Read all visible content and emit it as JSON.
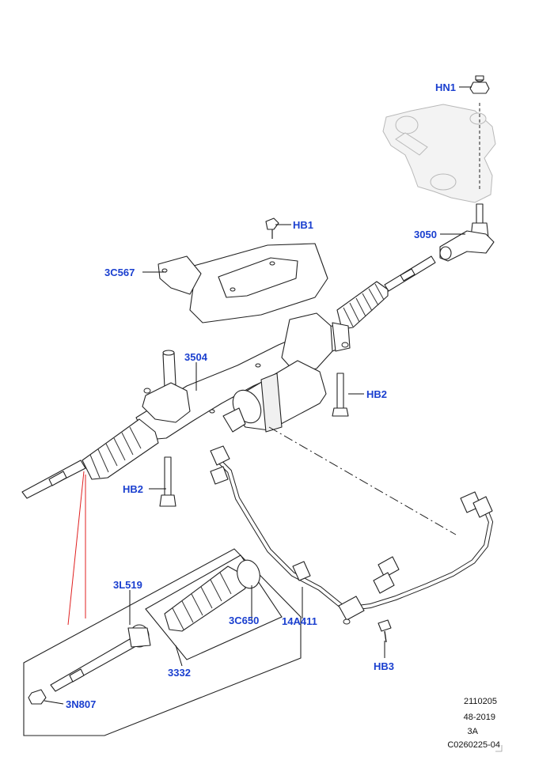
{
  "callouts": {
    "hn1": "HN1",
    "c3050": "3050",
    "hb1": "HB1",
    "c3c567": "3C567",
    "c3504": "3504",
    "hb2_right": "HB2",
    "hb2_left": "HB2",
    "c3l519": "3L519",
    "c3c650": "3C650",
    "c3332": "3332",
    "c14a411": "14A411",
    "hb3": "HB3",
    "c3n807": "3N807"
  },
  "reference": {
    "line1": "2110205",
    "line2": "48-2019",
    "line3": "3A",
    "line4": "C0260225-04"
  },
  "colors": {
    "callout_text": "#1a3fcf",
    "red_guide": "#e02020"
  }
}
